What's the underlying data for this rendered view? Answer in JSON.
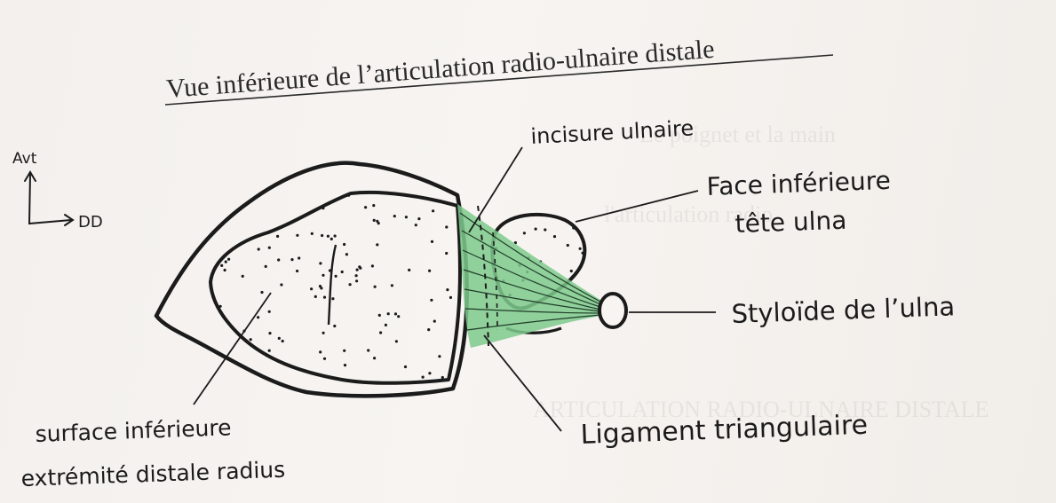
{
  "title": "Vue inférieure de l’articulation radio-ulnaire distale",
  "orientation": {
    "vertical": "Avt",
    "horizontal": "DD"
  },
  "labels": {
    "incisure_ulnaire": "incisure ulnaire",
    "face_inferieure_line1": "Face inférieure",
    "face_inferieure_line2": "tête ulna",
    "styloide": "Styloïde de l’ulna",
    "ligament": "Ligament triangulaire",
    "surface_line1": "surface inférieure",
    "surface_line2": "extrémité distale radius"
  },
  "colors": {
    "ink": "#1b1b1b",
    "ligament_fill": "#7ec98c",
    "paper": "#f5f2ef"
  }
}
